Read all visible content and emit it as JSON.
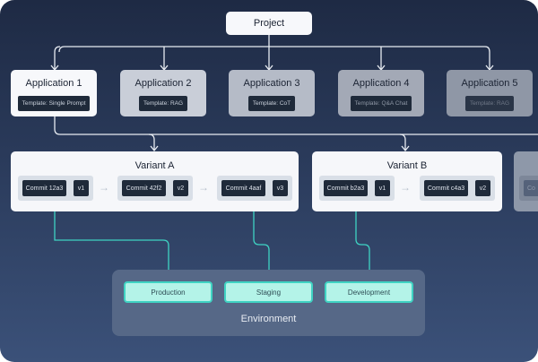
{
  "project": {
    "label": "Project"
  },
  "applications": [
    {
      "label": "Application 1",
      "template": "Template: Single Prompt"
    },
    {
      "label": "Application 2",
      "template": "Template: RAG"
    },
    {
      "label": "Application 3",
      "template": "Template: CoT"
    },
    {
      "label": "Application 4",
      "template": "Template: Q&A Chat"
    },
    {
      "label": "Application 5",
      "template": "Template: RAG"
    }
  ],
  "variants": [
    {
      "label": "Variant A",
      "commits": [
        {
          "id": "Commit 12a3",
          "version": "v1"
        },
        {
          "id": "Commit 42f2",
          "version": "v2"
        },
        {
          "id": "Commit 4aaf",
          "version": "v3"
        }
      ]
    },
    {
      "label": "Variant B",
      "commits": [
        {
          "id": "Commit b2a3",
          "version": "v1"
        },
        {
          "id": "Commit c4a3",
          "version": "v2"
        }
      ]
    }
  ],
  "partial_commit": "Co",
  "environment": {
    "label": "Environment",
    "items": [
      "Production",
      "Staging",
      "Development"
    ]
  },
  "colors": {
    "accent": "#3fd3c3",
    "env_chip": "#b4f3e8",
    "background_top": "#1e2a44",
    "background_bottom": "#3b5179"
  }
}
